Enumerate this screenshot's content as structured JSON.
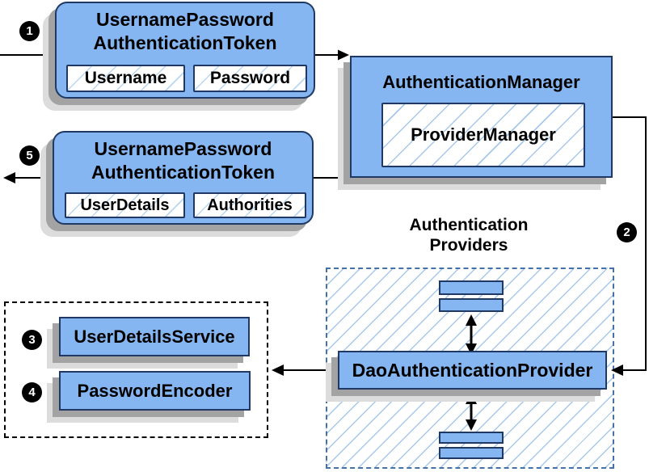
{
  "colors": {
    "box_fill": "#85b6f2",
    "box_border": "#1f3864",
    "hatch_line": "#a6c8ec",
    "providers_border": "#4472a8",
    "shadow_dark": "#a3a3a3",
    "shadow_light": "#dcdcdc",
    "connector": "#000000"
  },
  "badges": {
    "step1": "1",
    "step2": "2",
    "step3": "3",
    "step4": "4",
    "step5": "5"
  },
  "request_token": {
    "title": "UsernamePassword\nAuthenticationToken",
    "field1": "Username",
    "field2": "Password"
  },
  "authentication_manager": {
    "title": "AuthenticationManager",
    "inner": "ProviderManager"
  },
  "response_token": {
    "title": "UsernamePassword\nAuthenticationToken",
    "field1": "UserDetails",
    "field2": "Authorities"
  },
  "providers_group": {
    "label": "Authentication\nProviders",
    "provider": "DaoAuthenticationProvider"
  },
  "services_group": {
    "service1": "UserDetailsService",
    "service2": "PasswordEncoder"
  }
}
